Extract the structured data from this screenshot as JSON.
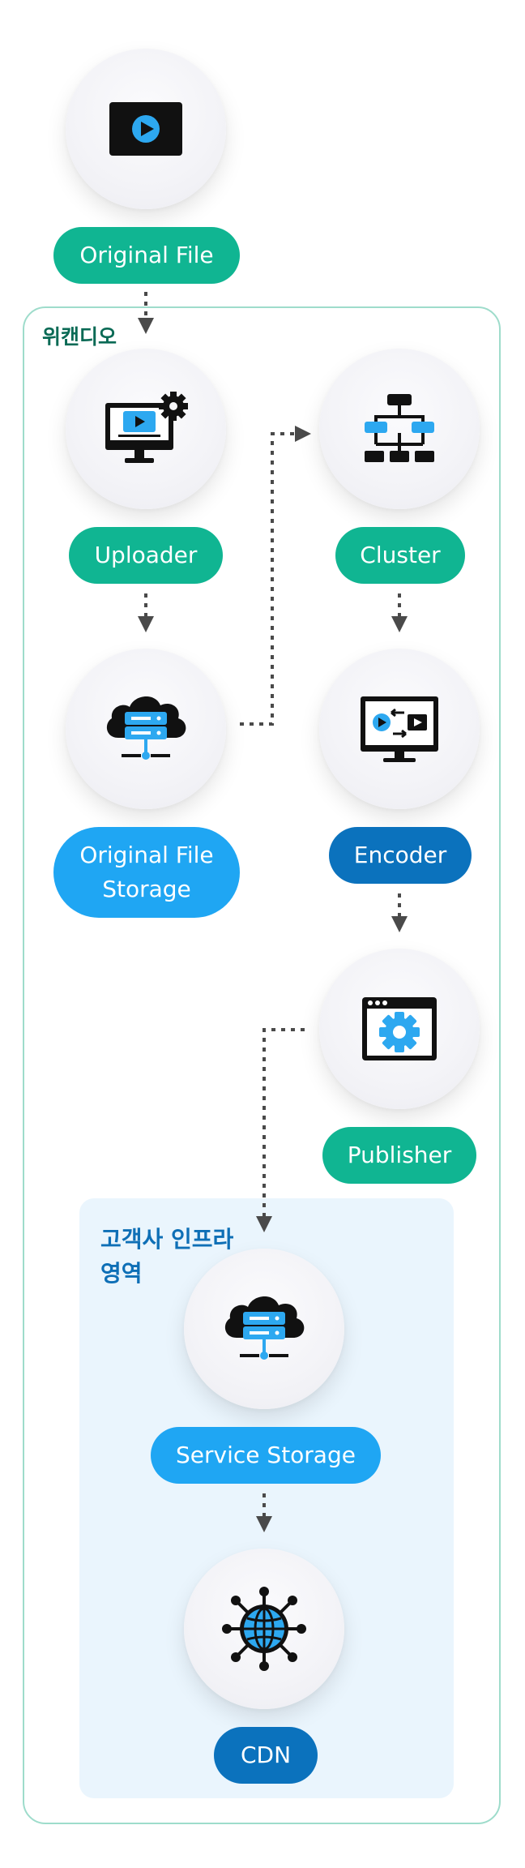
{
  "regions": {
    "wecandeo": {
      "label": "위캔디오"
    },
    "customer": {
      "label": "고객사 인프라\n영역"
    }
  },
  "nodes": {
    "original_file": {
      "label": "Original File",
      "icon": "video-file-icon"
    },
    "uploader": {
      "label": "Uploader",
      "icon": "monitor-gear-icon"
    },
    "cluster": {
      "label": "Cluster",
      "icon": "network-hierarchy-icon"
    },
    "original_file_storage": {
      "label": "Original File\nStorage",
      "icon": "cloud-server-icon"
    },
    "encoder": {
      "label": "Encoder",
      "icon": "monitor-transcode-icon"
    },
    "publisher": {
      "label": "Publisher",
      "icon": "browser-gear-icon"
    },
    "service_storage": {
      "label": "Service Storage",
      "icon": "cloud-server-icon"
    },
    "cdn": {
      "label": "CDN",
      "icon": "globe-network-icon"
    }
  },
  "colors": {
    "green": "#10b592",
    "blue": "#1fa6f3",
    "navy": "#0b72bd",
    "region_border": "#9edccb",
    "customer_bg": "#eaf5fd",
    "icon_dark": "#111111",
    "icon_accent": "#2da8f0"
  }
}
